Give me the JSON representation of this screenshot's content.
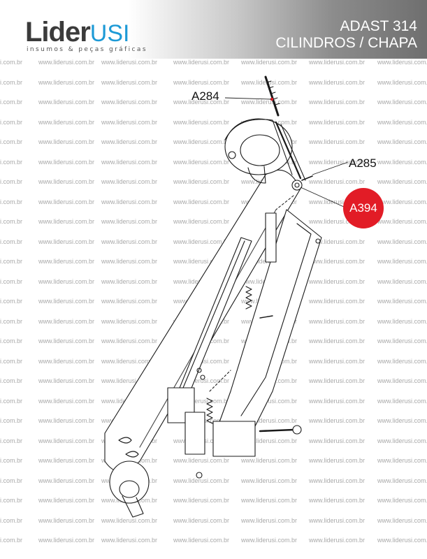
{
  "header": {
    "logo": {
      "main": "Lider",
      "accent": "USI",
      "tagline": "insumos & peças gráficas"
    },
    "title_line1": "ADAST 314",
    "title_line2": "CILINDROS / CHAPA",
    "gradient_colors": [
      "#ffffff",
      "#6f6f6f"
    ]
  },
  "watermark": {
    "text": "www.liderusi.com.br",
    "color": "#a9a9a9"
  },
  "callouts": [
    {
      "id": "A284",
      "label": "A284",
      "highlight": false
    },
    {
      "id": "A285",
      "label": "A285",
      "highlight": false
    },
    {
      "id": "A394",
      "label": "A394",
      "highlight": true,
      "color": "#e21c26"
    }
  ]
}
